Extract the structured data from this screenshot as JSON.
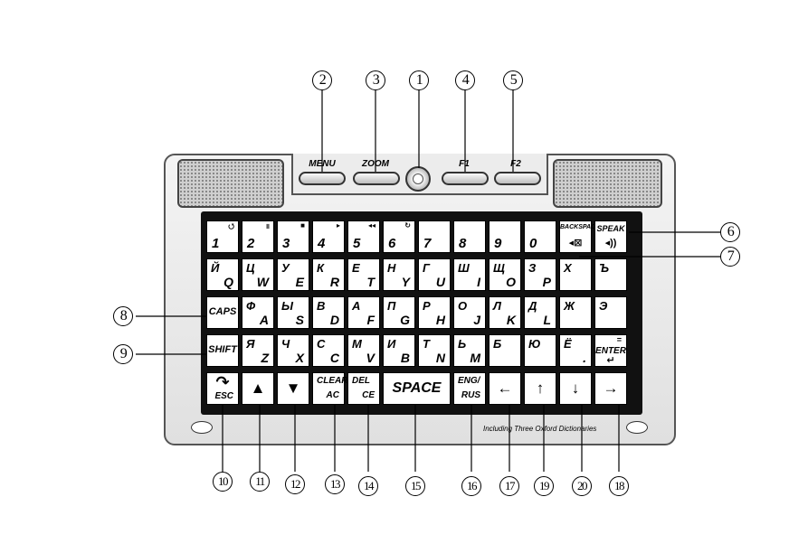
{
  "function_keys": [
    {
      "id": "menu",
      "label": "MENU"
    },
    {
      "id": "zoom",
      "label": "ZOOM"
    },
    {
      "id": "f1",
      "label": "F1"
    },
    {
      "id": "f2",
      "label": "F2"
    }
  ],
  "keys": {
    "row1": [
      {
        "top": "⭯",
        "sym": "",
        "main": "1"
      },
      {
        "sym": "॥",
        "main": "2"
      },
      {
        "sym": "■",
        "main": "3"
      },
      {
        "sym": "▸",
        "main": "4"
      },
      {
        "sym": "◂◂",
        "main": "5"
      },
      {
        "sym": "↻",
        "main": "6"
      },
      {
        "main": "7"
      },
      {
        "main": "8"
      },
      {
        "main": "9"
      },
      {
        "main": "0"
      },
      {
        "tiny": "BACKSPACE",
        "icon": "◂⊠"
      },
      {
        "tiny": "SPEAK",
        "icon": "◂))"
      }
    ],
    "row2": [
      {
        "cyr": "Й",
        "lat": "Q"
      },
      {
        "cyr": "Ц",
        "lat": "W"
      },
      {
        "cyr": "У",
        "lat": "E"
      },
      {
        "cyr": "К",
        "lat": "R"
      },
      {
        "cyr": "Е",
        "lat": "T"
      },
      {
        "cyr": "Н",
        "lat": "Y"
      },
      {
        "cyr": "Г",
        "lat": "U"
      },
      {
        "cyr": "Ш",
        "lat": "I"
      },
      {
        "cyr": "Щ",
        "lat": "O"
      },
      {
        "cyr": "З",
        "lat": "P"
      },
      {
        "cyr": "Х",
        "lat": ""
      },
      {
        "cyr": "Ъ",
        "lat": ""
      }
    ],
    "row3": [
      {
        "label": "CAPS"
      },
      {
        "cyr": "Ф",
        "lat": "A"
      },
      {
        "cyr": "Ы",
        "lat": "S"
      },
      {
        "cyr": "В",
        "lat": "D"
      },
      {
        "cyr": "А",
        "lat": "F"
      },
      {
        "cyr": "П",
        "lat": "G"
      },
      {
        "cyr": "Р",
        "lat": "H"
      },
      {
        "cyr": "О",
        "lat": "J"
      },
      {
        "cyr": "Л",
        "lat": "K"
      },
      {
        "cyr": "Д",
        "lat": "L"
      },
      {
        "cyr": "Ж",
        "lat": ""
      },
      {
        "cyr": "Э",
        "lat": ""
      }
    ],
    "row4": [
      {
        "label": "SHIFT"
      },
      {
        "cyr": "Я",
        "lat": "Z"
      },
      {
        "cyr": "Ч",
        "lat": "X"
      },
      {
        "cyr": "С",
        "lat": "C"
      },
      {
        "cyr": "М",
        "lat": "V"
      },
      {
        "cyr": "И",
        "lat": "B"
      },
      {
        "cyr": "Т",
        "lat": "N"
      },
      {
        "cyr": "Ь",
        "lat": "M"
      },
      {
        "cyr": "Б",
        "lat": ""
      },
      {
        "cyr": "Ю",
        "lat": ""
      },
      {
        "cyr": "Ё",
        "lat": "."
      },
      {
        "tiny": "=",
        "label": "ENTER",
        "icon": "↵"
      }
    ],
    "row5": {
      "esc": {
        "icon": "↷",
        "label": "ESC"
      },
      "page_up": "▲",
      "page_down": "▼",
      "clear": {
        "a": "CLEAR",
        "b": "AC"
      },
      "del": {
        "a": "DEL",
        "b": "CE"
      },
      "space": "SPACE",
      "lang": {
        "a": "ENG/",
        "b": "RUS"
      },
      "left": "←",
      "up": "↑",
      "down": "↓",
      "right": "→"
    }
  },
  "footer_text": "Including Three Oxford Dictionaries",
  "callouts": [
    {
      "id": "c1",
      "text": "1"
    },
    {
      "id": "c2",
      "text": "2"
    },
    {
      "id": "c3",
      "text": "3"
    },
    {
      "id": "c4",
      "text": "4"
    },
    {
      "id": "c5",
      "text": "5"
    },
    {
      "id": "c6",
      "text": "6"
    },
    {
      "id": "c7",
      "text": "7"
    },
    {
      "id": "c8",
      "text": "8"
    },
    {
      "id": "c9",
      "text": "9"
    },
    {
      "id": "c10",
      "text": "10"
    },
    {
      "id": "c11",
      "text": "11"
    },
    {
      "id": "c12",
      "text": "12"
    },
    {
      "id": "c13",
      "text": "13"
    },
    {
      "id": "c14",
      "text": "14"
    },
    {
      "id": "c15",
      "text": "15"
    },
    {
      "id": "c16",
      "text": "16"
    },
    {
      "id": "c17",
      "text": "17"
    },
    {
      "id": "c18",
      "text": "18"
    },
    {
      "id": "c19",
      "text": "19"
    },
    {
      "id": "c20",
      "text": "20"
    }
  ]
}
